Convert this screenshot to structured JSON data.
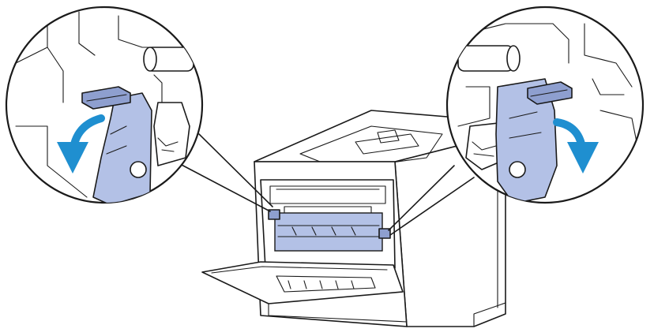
{
  "figure": {
    "subject": "printer-rear-fuser-levers",
    "colors": {
      "lever": "#b3c1e6",
      "lever_dark": "#8e9fcf",
      "arrow": "#1f8fd0",
      "line": "#1a1a1a",
      "background": "#ffffff"
    },
    "arrow_directions": {
      "left_callout": "down-left",
      "right_callout": "down-right"
    },
    "icons": [
      "curved-arrow-icon",
      "lever-icon",
      "printer-icon"
    ]
  }
}
